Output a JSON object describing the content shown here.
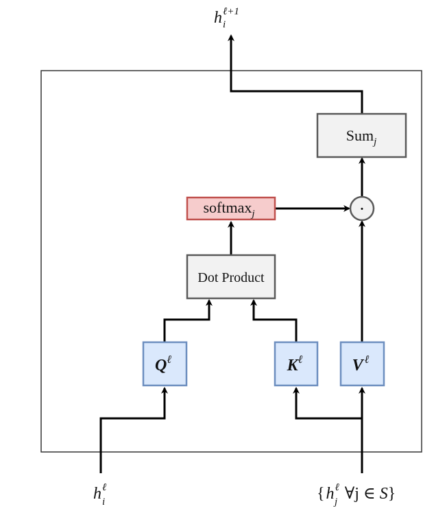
{
  "output_label": {
    "base": "h",
    "sub": "i",
    "sup": "ℓ+1"
  },
  "input_left_label": {
    "base": "h",
    "sub": "i",
    "sup": "ℓ"
  },
  "input_right_label": {
    "open": "{",
    "base": "h",
    "sub": "j",
    "sup": "ℓ",
    "rest": " ∀j ∈ ",
    "set": "S",
    "close": "}"
  },
  "nodes": {
    "sum": {
      "base": "Sum",
      "sub": "j"
    },
    "dot_op": "·",
    "softmax": {
      "base": "softmax",
      "sub": "j"
    },
    "dot_product": "Dot Product",
    "query": {
      "base": "Q",
      "sup": "ℓ"
    },
    "key": {
      "base": "K",
      "sup": "ℓ"
    },
    "value": {
      "base": "V",
      "sup": "ℓ"
    }
  },
  "colors": {
    "gray_fill": "#f2f2f2",
    "gray_stroke": "#595959",
    "red_fill": "#f6cccc",
    "red_stroke": "#c0504d",
    "blue_fill": "#dae8fc",
    "blue_stroke": "#6c8ebf"
  }
}
